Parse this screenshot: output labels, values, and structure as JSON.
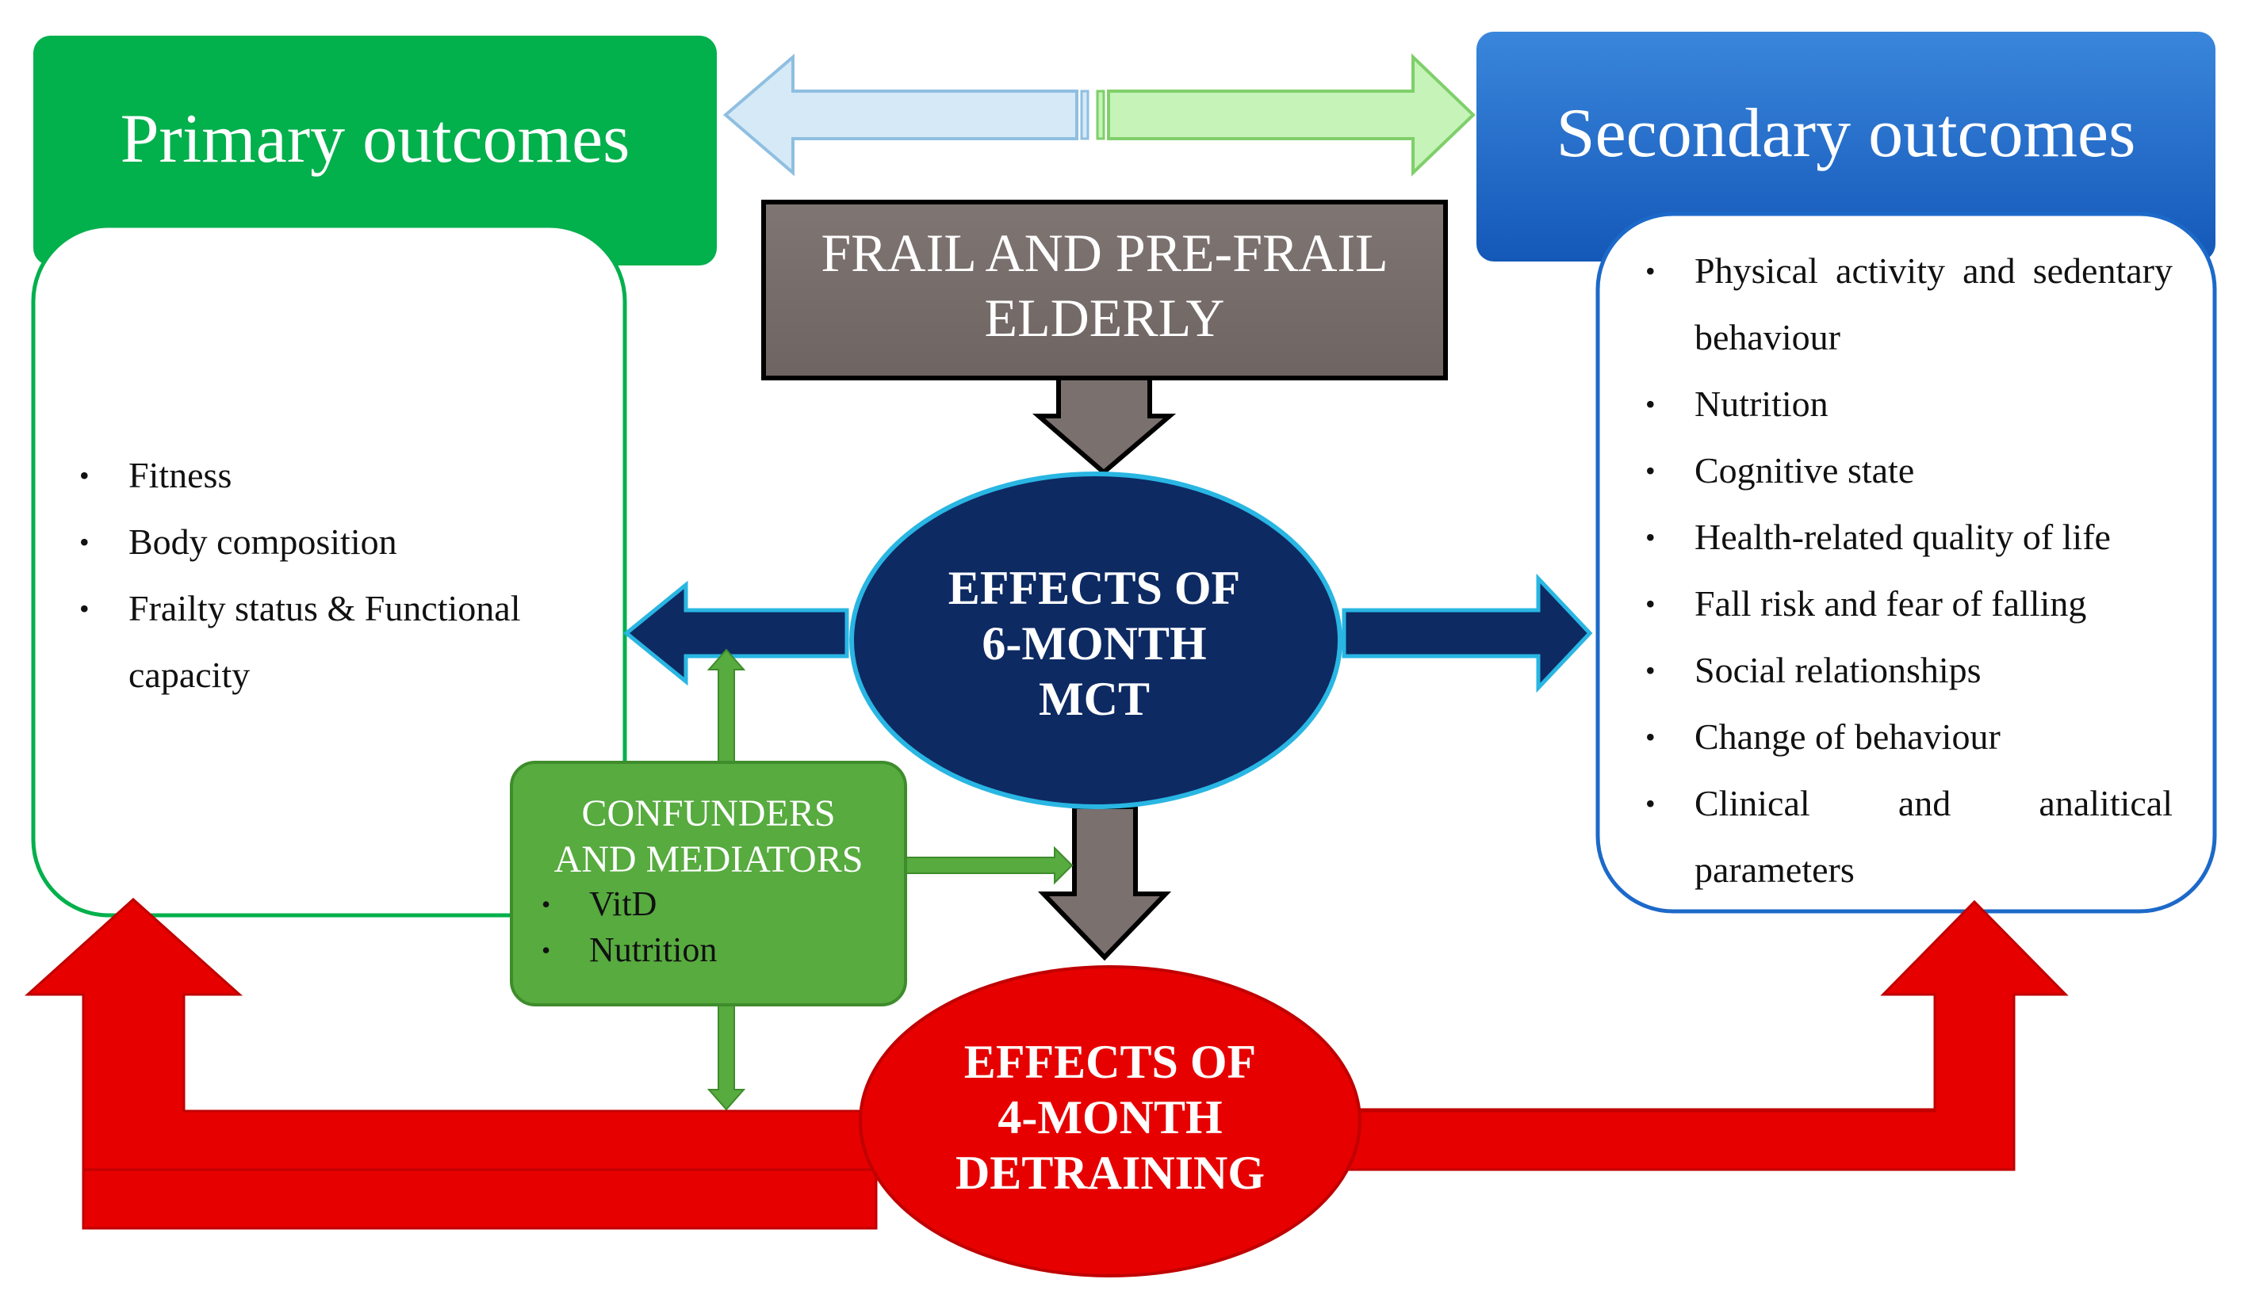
{
  "primary": {
    "title": "Primary outcomes",
    "items": [
      {
        "text": "Fitness"
      },
      {
        "text": "Body composition"
      },
      {
        "text": "Frailty status & Functional capacity"
      }
    ]
  },
  "secondary": {
    "title": "Secondary outcomes",
    "items": [
      {
        "text": "Physical activity and sedentary behaviour"
      },
      {
        "text": "Nutrition"
      },
      {
        "text": "Cognitive state"
      },
      {
        "text": "Health-related quality of life"
      },
      {
        "text": "Fall risk and fear of falling"
      },
      {
        "text": "Social relationships"
      },
      {
        "text": "Change of behaviour"
      },
      {
        "text": "Clinical and analitical parameters"
      }
    ]
  },
  "frail": {
    "line1": "FRAIL AND PRE-FRAIL",
    "line2": "ELDERLY"
  },
  "mct": {
    "line1": "EFFECTS OF",
    "line2": "6-MONTH",
    "line3": "MCT"
  },
  "detraining": {
    "line1": "EFFECTS OF",
    "line2": "4-MONTH",
    "line3": "DETRAINING"
  },
  "confounders": {
    "line1": "CONFUNDERS",
    "line2": "AND MEDIATORS",
    "items": [
      {
        "text": "VitD"
      },
      {
        "text": "Nutrition"
      }
    ]
  },
  "bullet": "•",
  "colors": {
    "primary_green": "#02b04c",
    "secondary_blue": "#1c69c9",
    "frail_gray": "#7a706e",
    "mct_navy": "#0d2a63",
    "detraining_red": "#e60000",
    "confounders_green": "#57ab3f"
  }
}
